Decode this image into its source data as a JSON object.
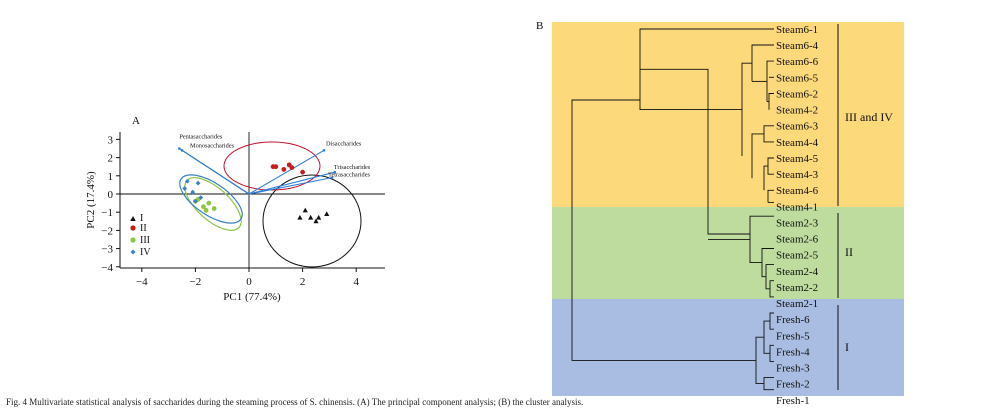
{
  "caption": "Fig. 4   Multivariate statistical analysis of saccharides during the steaming process of S. chinensis. (A) The principal component analysis; (B) the cluster analysis.",
  "panel_a": {
    "label": "A",
    "chart_data": {
      "type": "scatter",
      "xlabel": "PC1 (77.4%)",
      "ylabel": "PC2 (17.4%)",
      "xlim": [
        -5,
        5
      ],
      "ylim": [
        -4,
        3.5
      ],
      "x_ticks": [
        "−4",
        "−2",
        "0",
        "2",
        "4"
      ],
      "y_ticks": [
        "3",
        "2",
        "1",
        "0",
        "−1",
        "−2",
        "−3",
        "−4"
      ],
      "series": [
        {
          "name": "I",
          "color": "#111111",
          "marker": "triangle",
          "x": [
            1.9,
            2.3,
            2.6,
            2.9,
            2.1,
            2.5
          ],
          "y": [
            -1.3,
            -1.3,
            -1.3,
            -1.1,
            -0.9,
            -1.5
          ]
        },
        {
          "name": "II",
          "color": "#cc1b1b",
          "marker": "circle",
          "x": [
            0.9,
            1.0,
            1.5,
            2.0,
            1.3,
            1.6
          ],
          "y": [
            1.5,
            1.5,
            1.6,
            1.2,
            1.35,
            1.45
          ]
        },
        {
          "name": "III",
          "color": "#8dc63f",
          "marker": "circle",
          "x": [
            -1.9,
            -1.7,
            -1.5,
            -1.6,
            -2.0,
            -1.3
          ],
          "y": [
            -0.3,
            -0.7,
            -0.5,
            -0.9,
            -0.4,
            -0.8
          ]
        },
        {
          "name": "IV",
          "color": "#3a82c4",
          "marker": "diamond",
          "x": [
            -2.3,
            -2.1,
            -1.8,
            -2.0,
            -2.4,
            -1.9
          ],
          "y": [
            0.7,
            0.1,
            -0.2,
            -0.4,
            0.3,
            0.6
          ]
        }
      ],
      "loadings": [
        {
          "name": "Pentasaccharides",
          "x": -2.6,
          "y": 2.5
        },
        {
          "name": "Monosaccharides",
          "x": -2.5,
          "y": 2.4
        },
        {
          "name": "Disaccharides",
          "x": 2.8,
          "y": 2.4
        },
        {
          "name": "Trisaccharides",
          "x": 3.2,
          "y": 1.2
        },
        {
          "name": "Tetrasaccharides",
          "x": 3.1,
          "y": 0.9
        }
      ]
    }
  },
  "panel_b": {
    "label": "B",
    "chart_data": {
      "type": "dendrogram",
      "leaves": [
        "Steam6-1",
        "Steam6-4",
        "Steam6-6",
        "Steam6-5",
        "Steam6-2",
        "Steam4-2",
        "Steam6-3",
        "Steam4-4",
        "Steam4-5",
        "Steam4-3",
        "Steam4-6",
        "Steam4-1",
        "Steam2-3",
        "Steam2-6",
        "Steam2-5",
        "Steam2-4",
        "Steam2-2",
        "Steam2-1",
        "Fresh-6",
        "Fresh-5",
        "Fresh-4",
        "Fresh-3",
        "Fresh-2",
        "Fresh-1"
      ],
      "groups": [
        {
          "name": "III and IV",
          "color": "#fcd97a",
          "from": 0,
          "to": 11
        },
        {
          "name": "II",
          "color": "#bddc9e",
          "from": 12,
          "to": 17
        },
        {
          "name": "I",
          "color": "#a9bde2",
          "from": 18,
          "to": 23
        }
      ]
    }
  }
}
